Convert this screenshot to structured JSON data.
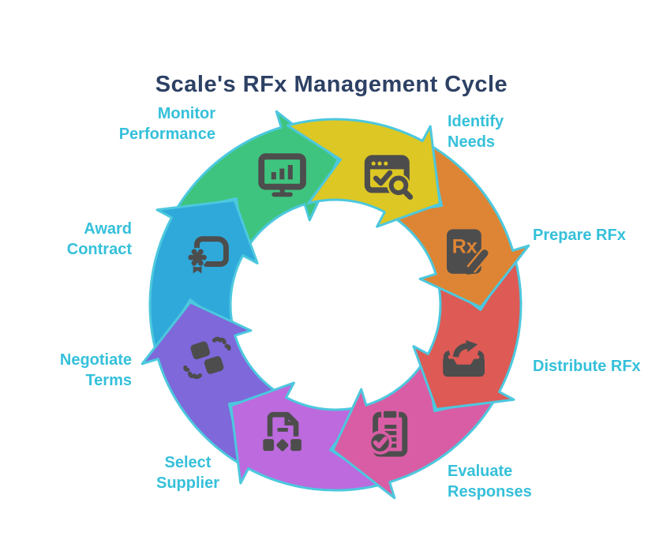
{
  "title": "Scale's RFx Management Cycle",
  "colors": {
    "title": "#2d4164",
    "label": "#35c0da",
    "icon": "#4d4d4d",
    "arrow_outline": "#4cc8de",
    "background": "#ffffff"
  },
  "cycle": {
    "direction": "clockwise",
    "stages": [
      {
        "label": "Identify\nNeeds",
        "color": "#ddc724",
        "icon": "browser-search-check-icon"
      },
      {
        "label": "Prepare RFx",
        "color": "#dd8535",
        "icon": "rx-pad-pencil-icon"
      },
      {
        "label": "Distribute RFx",
        "color": "#dd5a55",
        "icon": "outbox-arrow-icon"
      },
      {
        "label": "Evaluate\nResponses",
        "color": "#d95da4",
        "icon": "clipboard-check-icon"
      },
      {
        "label": "Select\nSupplier",
        "color": "#bc6ade",
        "icon": "document-handshake-icon"
      },
      {
        "label": "Negotiate\nTerms",
        "color": "#7e68da",
        "icon": "fists-negotiation-icon"
      },
      {
        "label": "Award\nContract",
        "color": "#2fa9da",
        "icon": "certificate-ribbon-icon"
      },
      {
        "label": "Monitor\nPerformance",
        "color": "#3ec47e",
        "icon": "monitor-chart-icon"
      }
    ]
  }
}
